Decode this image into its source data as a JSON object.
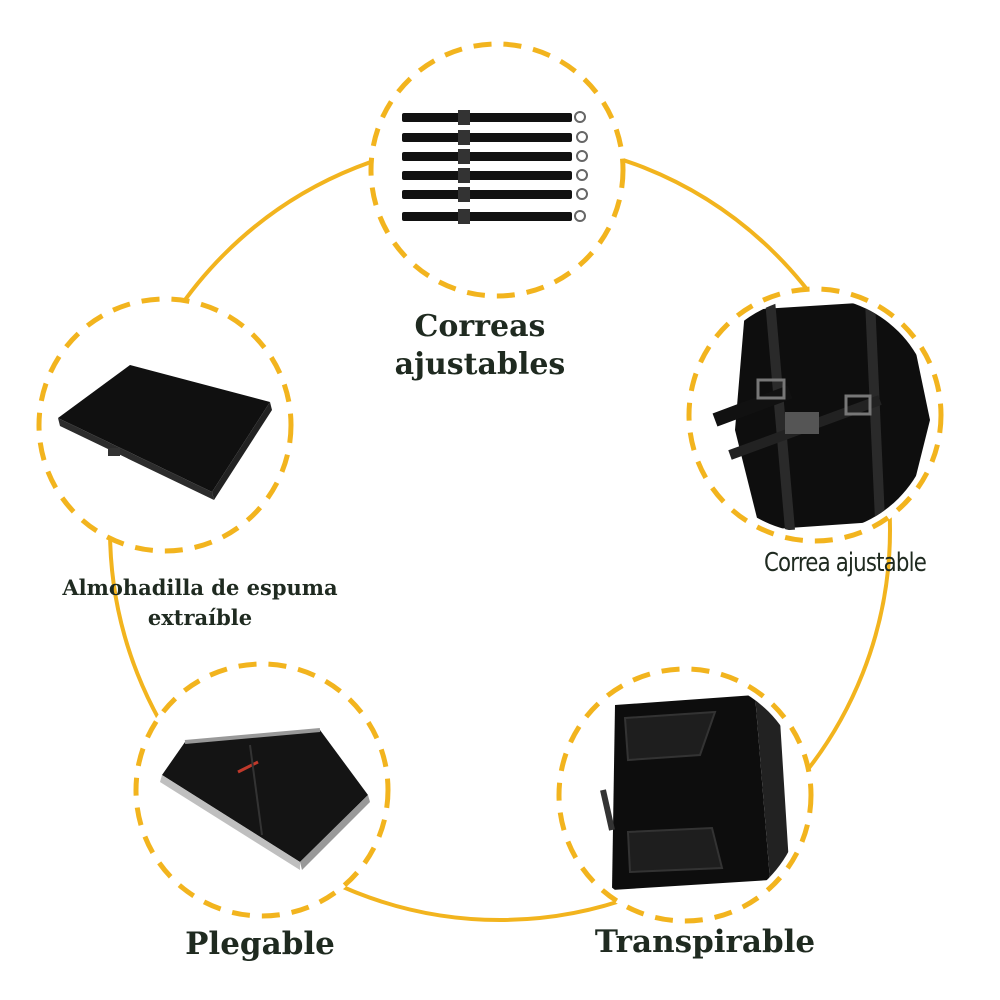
{
  "accent_color": "#f2b41e",
  "features": [
    {
      "id": "strap-set",
      "label": "Correas\najustables",
      "icon": "adjustable-straps-image"
    },
    {
      "id": "backpack-strap",
      "label": "Correa ajustable",
      "icon": "backpack-chest-strap-image"
    },
    {
      "id": "foam-pad",
      "label": "Almohadilla de espuma\nextraíble",
      "icon": "foam-pad-image"
    },
    {
      "id": "foldable",
      "label": "Plegable",
      "icon": "folded-bag-image"
    },
    {
      "id": "breathable",
      "label": "Transpirable",
      "icon": "backpack-back-panel-image"
    }
  ]
}
